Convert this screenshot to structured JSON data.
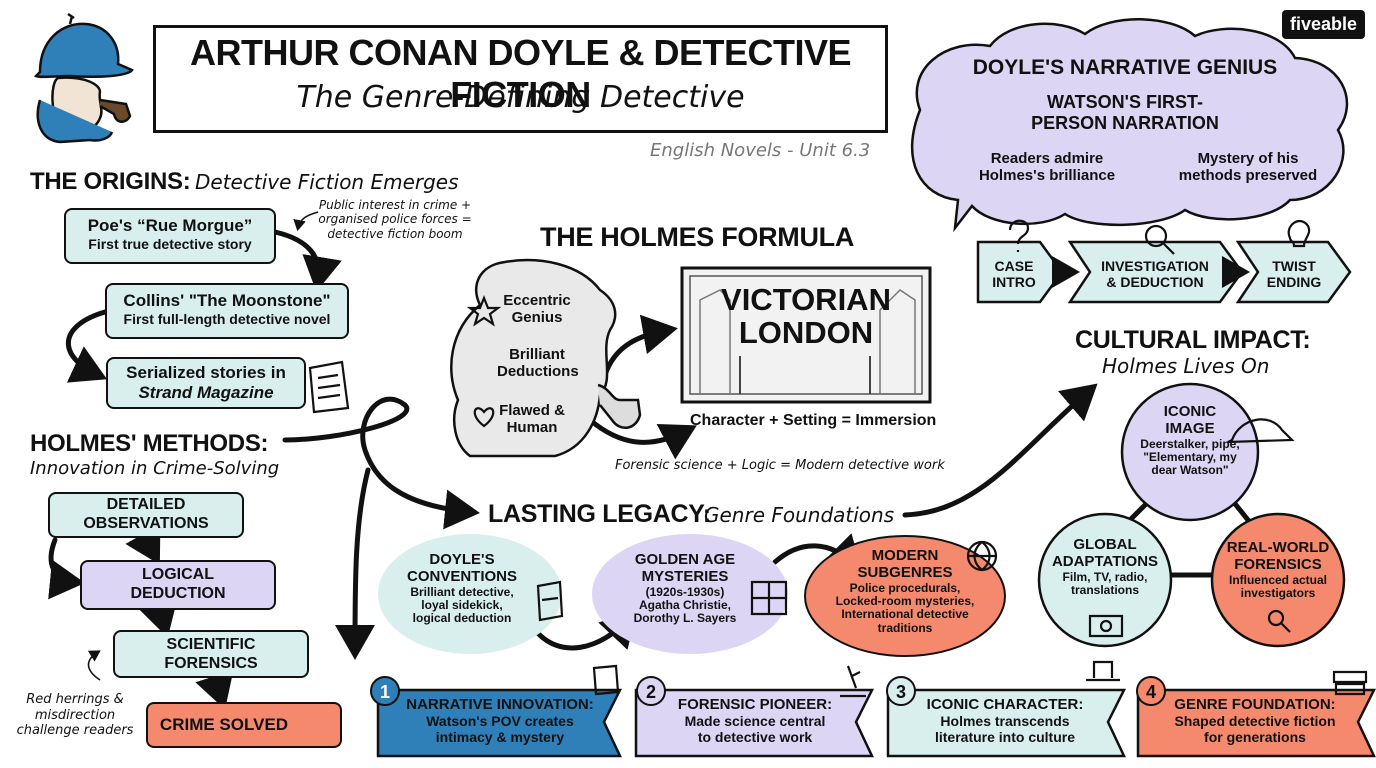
{
  "brand": "fiveable",
  "header": {
    "title": "ARTHUR CONAN DOYLE & DETECTIVE FICTION",
    "subtitle": "The Genre-Defining Detective",
    "unit": "English Novels - Unit 6.3"
  },
  "origins": {
    "title": "THE ORIGINS:",
    "subtitle": "Detective Fiction Emerges",
    "note": [
      "Public interest in crime +",
      "organised police forces =",
      "detective fiction boom"
    ],
    "steps": [
      {
        "title": "Poe's “Rue Morgue”",
        "desc": "First true detective story"
      },
      {
        "title": "Collins' \"The Moonstone\"",
        "desc": "First full-length detective novel"
      },
      {
        "title": "Serialized stories in",
        "desc": "Strand Magazine"
      }
    ]
  },
  "methods": {
    "title": "HOLMES' METHODS:",
    "subtitle": "Innovation in Crime-Solving",
    "steps": [
      {
        "lines": [
          "DETAILED",
          "OBSERVATIONS"
        ]
      },
      {
        "lines": [
          "LOGICAL",
          "DEDUCTION"
        ]
      },
      {
        "lines": [
          "SCIENTIFIC",
          "FORENSICS"
        ]
      },
      {
        "lines": [
          "CRIME SOLVED"
        ]
      }
    ],
    "note": [
      "Red herrings &",
      "misdirection",
      "challenge readers"
    ]
  },
  "formula": {
    "title": "THE HOLMES FORMULA",
    "traits": [
      {
        "lines": [
          "Eccentric",
          "Genius"
        ]
      },
      {
        "lines": [
          "Brilliant",
          "Deductions"
        ]
      },
      {
        "lines": [
          "Flawed &",
          "Human"
        ]
      }
    ],
    "setting": [
      "VICTORIAN",
      "LONDON"
    ],
    "equation": "Character + Setting = Immersion",
    "forensic": "Forensic science + Logic = Modern detective work"
  },
  "narrative": {
    "title": "DOYLE'S NARRATIVE GENIUS",
    "center": [
      "WATSON'S FIRST-",
      "PERSON NARRATION"
    ],
    "left": [
      "Readers admire",
      "Holmes's brilliance"
    ],
    "right": [
      "Mystery of his",
      "methods preserved"
    ],
    "flow": [
      {
        "lines": [
          "CASE",
          "INTRO"
        ]
      },
      {
        "lines": [
          "INVESTIGATION",
          "& DEDUCTION"
        ]
      },
      {
        "lines": [
          "TWIST",
          "ENDING"
        ]
      }
    ]
  },
  "impact": {
    "title": "CULTURAL IMPACT:",
    "subtitle": "Holmes Lives On",
    "nodes": [
      {
        "head": [
          "ICONIC",
          "IMAGE"
        ],
        "desc": [
          "Deerstalker, pipe,",
          "\"Elementary, my",
          "dear Watson\""
        ]
      },
      {
        "head": [
          "GLOBAL",
          "ADAPTATIONS"
        ],
        "desc": [
          "Film, TV, radio,",
          "translations"
        ]
      },
      {
        "head": [
          "REAL-WORLD",
          "FORENSICS"
        ],
        "desc": [
          "Influenced actual",
          "investigators"
        ]
      }
    ]
  },
  "legacy": {
    "title": "LASTING LEGACY:",
    "subtitle": "Genre Foundations",
    "items": [
      {
        "head": [
          "DOYLE'S",
          "CONVENTIONS"
        ],
        "desc": [
          "Brilliant detective,",
          "loyal sidekick,",
          "logical deduction"
        ]
      },
      {
        "head": [
          "GOLDEN AGE",
          "MYSTERIES"
        ],
        "desc": [
          "(1920s-1930s)",
          "Agatha Christie,",
          "Dorothy L. Sayers"
        ]
      },
      {
        "head": [
          "MODERN",
          "SUBGENRES"
        ],
        "desc": [
          "Police procedurals,",
          "Locked-room mysteries,",
          "International detective",
          "traditions"
        ]
      }
    ]
  },
  "banners": [
    {
      "num": "1",
      "title": "NARRATIVE INNOVATION:",
      "desc": [
        "Watson's POV creates",
        "intimacy & mystery"
      ]
    },
    {
      "num": "2",
      "title": "FORENSIC PIONEER:",
      "desc": [
        "Made science central",
        "to detective work"
      ]
    },
    {
      "num": "3",
      "title": "ICONIC CHARACTER:",
      "desc": [
        "Holmes transcends",
        "literature into culture"
      ]
    },
    {
      "num": "4",
      "title": "GENRE FOUNDATION:",
      "desc": [
        "Shaped detective fiction",
        "for generations"
      ]
    }
  ],
  "colors": {
    "teal": "#d8efee",
    "lavender": "#dcd6f4",
    "salmon": "#f5896e",
    "blue": "#2f7fb8",
    "ink": "#111111"
  }
}
